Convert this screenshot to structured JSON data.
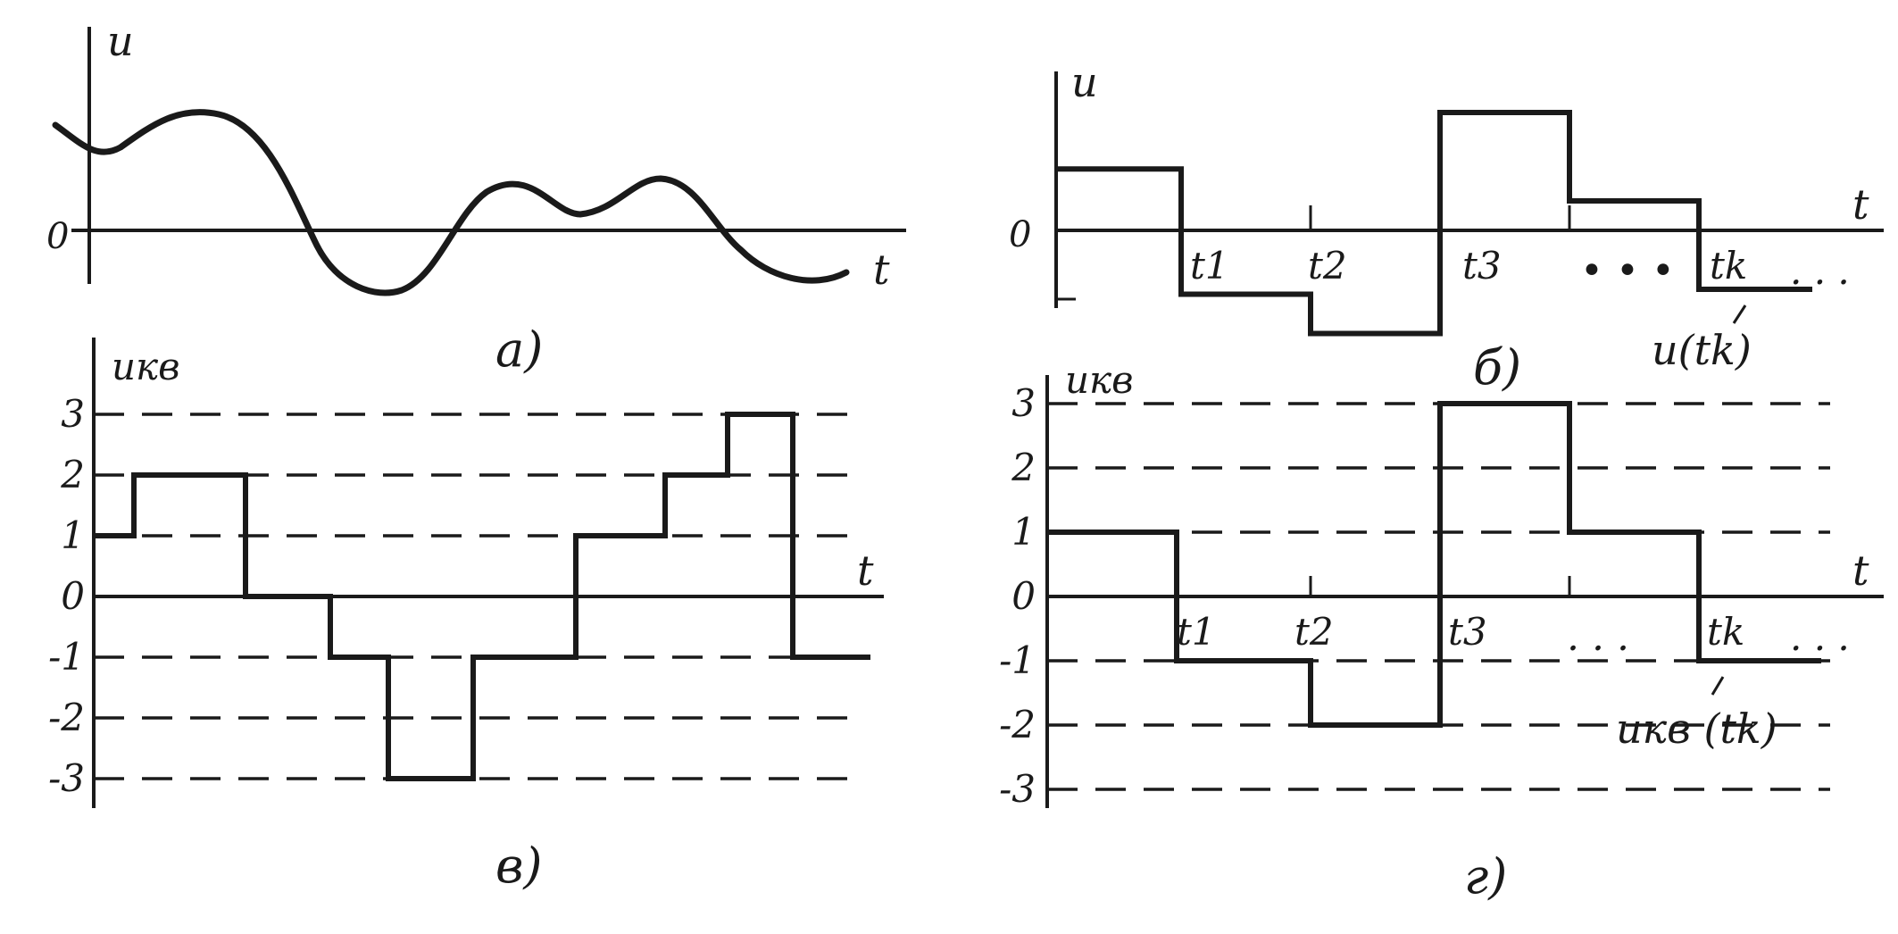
{
  "panels": {
    "a": {
      "caption": "а)",
      "y_label": "u",
      "x_label": "t",
      "zero_label": "0"
    },
    "b": {
      "caption": "б)",
      "y_label": "u",
      "x_label": "t",
      "zero_label": "0",
      "time_labels": [
        "t1",
        "t2",
        "t3",
        "tk"
      ],
      "ellipsis_labels": [
        "• • •",
        ". . ."
      ],
      "sample_label": "u(tk)",
      "values": [
        1.25,
        -1.3,
        -2.1,
        2.4,
        0.6,
        -1.2
      ]
    },
    "c": {
      "caption": "в)",
      "y_label": "uкв",
      "x_label": "t",
      "level_labels": [
        "3",
        "2",
        "1",
        "0",
        "-1",
        "-2",
        "-3"
      ],
      "values": [
        1,
        2,
        0,
        -1,
        -3,
        -1,
        1,
        2,
        3,
        -1
      ]
    },
    "d": {
      "caption": "г)",
      "y_label": "uкв",
      "x_label": "t",
      "level_labels": [
        "3",
        "2",
        "1",
        "0",
        "-1",
        "-2",
        "-3"
      ],
      "time_labels": [
        "t1",
        "t2",
        "t3",
        "tk"
      ],
      "ellipsis_labels": [
        ". . .",
        ". . ."
      ],
      "sample_label": "uкв (tk)",
      "values": [
        1,
        -1,
        -2,
        3,
        1,
        -1
      ]
    }
  }
}
